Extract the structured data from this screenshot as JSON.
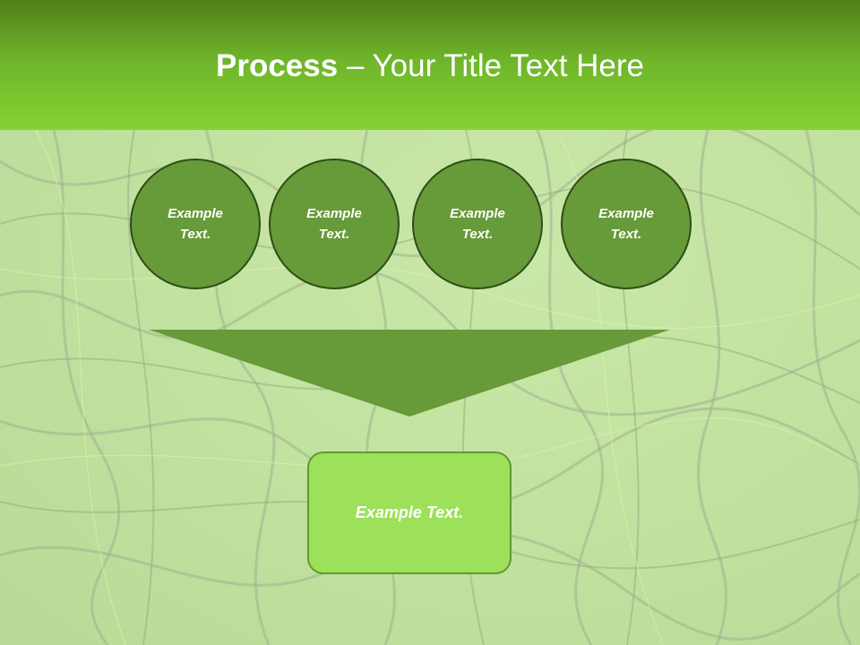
{
  "title": {
    "strong": "Process",
    "rest": " – Your Title Text Here"
  },
  "steps": [
    {
      "label": "Example Text."
    },
    {
      "label": "Example Text."
    },
    {
      "label": "Example Text."
    },
    {
      "label": "Example Text."
    }
  ],
  "result": {
    "label": "Example Text."
  },
  "colors": {
    "header_top": "#4f7f19",
    "header_bottom": "#86d231",
    "circle_fill": "#679a38",
    "circle_border": "#2e4d18",
    "arrow_fill": "#679a38",
    "box_fill": "#9de05a",
    "box_border": "#5f9a30",
    "background": "#c2e2a0"
  }
}
